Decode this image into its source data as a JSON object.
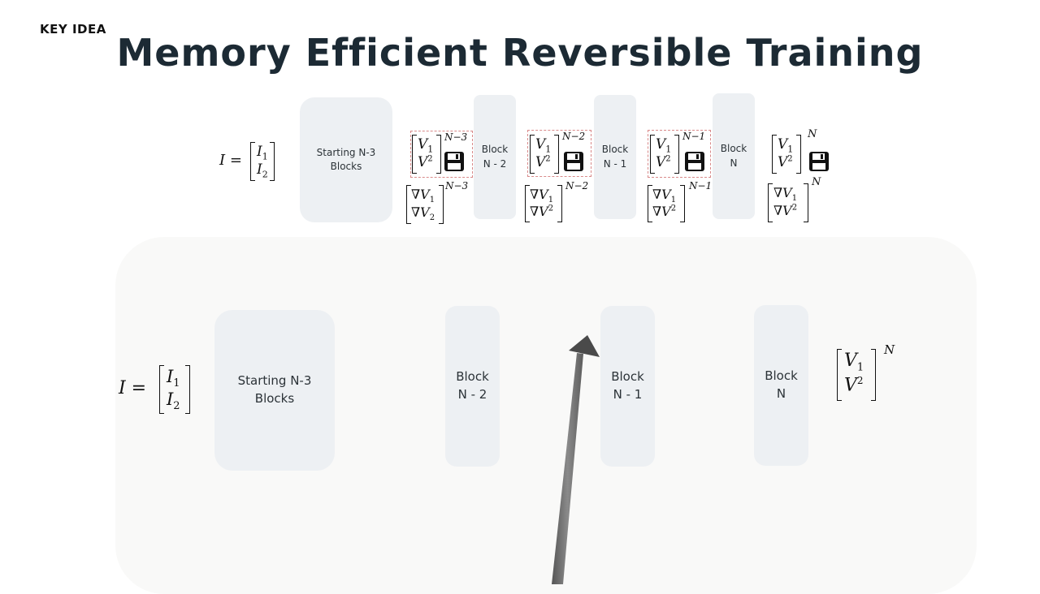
{
  "header": {
    "tag": "KEY IDEA",
    "title": "Memory Efficient Reversible Training"
  },
  "top_row": {
    "input_eq": {
      "lhs": "I =",
      "row1": "I",
      "sub1": "1",
      "row2": "I",
      "sub2": "2"
    },
    "starting_block": {
      "line1": "Starting N-3",
      "line2": "Blocks"
    },
    "blocks": [
      {
        "line1": "Block",
        "line2": "N - 2"
      },
      {
        "line1": "Block",
        "line2": "N - 1"
      },
      {
        "line1": "Block",
        "line2": "N"
      }
    ],
    "activations": [
      {
        "v1": "V",
        "v1_sub": "1",
        "v2": "V",
        "v2_sup": "2",
        "exp": "N−3",
        "grad_exp": "N−3",
        "g1": "∇V",
        "g1_sub": "1",
        "g2": "∇V",
        "g2_sub": "2",
        "g2_sup": ""
      },
      {
        "v1": "V",
        "v1_sub": "1",
        "v2": "V",
        "v2_sup": "2",
        "exp": "N−2",
        "grad_exp": "N−2",
        "g1": "∇V",
        "g1_sub": "1",
        "g2": "∇V",
        "g2_sub": "",
        "g2_sup": "2"
      },
      {
        "v1": "V",
        "v1_sub": "1",
        "v2": "V",
        "v2_sup": "2",
        "exp": "N−1",
        "grad_exp": "N−1",
        "g1": "∇V",
        "g1_sub": "1",
        "g2": "∇V",
        "g2_sub": "",
        "g2_sup": "2"
      },
      {
        "v1": "V",
        "v1_sub": "1",
        "v2": "V",
        "v2_sup": "2",
        "exp": "N",
        "grad_exp": "N",
        "g1": "∇V",
        "g1_sub": "1",
        "g2": "∇V",
        "g2_sub": "",
        "g2_sup": "2"
      }
    ]
  },
  "bottom_row": {
    "input_eq": {
      "lhs": "I =",
      "row1": "I",
      "sub1": "1",
      "row2": "I",
      "sub2": "2"
    },
    "starting_block": {
      "line1": "Starting N-3",
      "line2": "Blocks"
    },
    "blocks": [
      {
        "line1": "Block",
        "line2": "N - 2"
      },
      {
        "line1": "Block",
        "line2": "N - 1"
      },
      {
        "line1": "Block",
        "line2": "N"
      }
    ],
    "output": {
      "v1": "V",
      "v1_sub": "1",
      "v2": "V",
      "v2_sup": "2",
      "exp": "N"
    }
  },
  "icons": {
    "save": "floppy-disk-icon",
    "pointer": "arrow-up-icon"
  },
  "colors": {
    "block_fill": "#edf0f3",
    "panel_fill": "#f9f9f8",
    "dashed_border": "#d98a8a",
    "title": "#1c2a34",
    "arrow": "#6b6b6b"
  }
}
